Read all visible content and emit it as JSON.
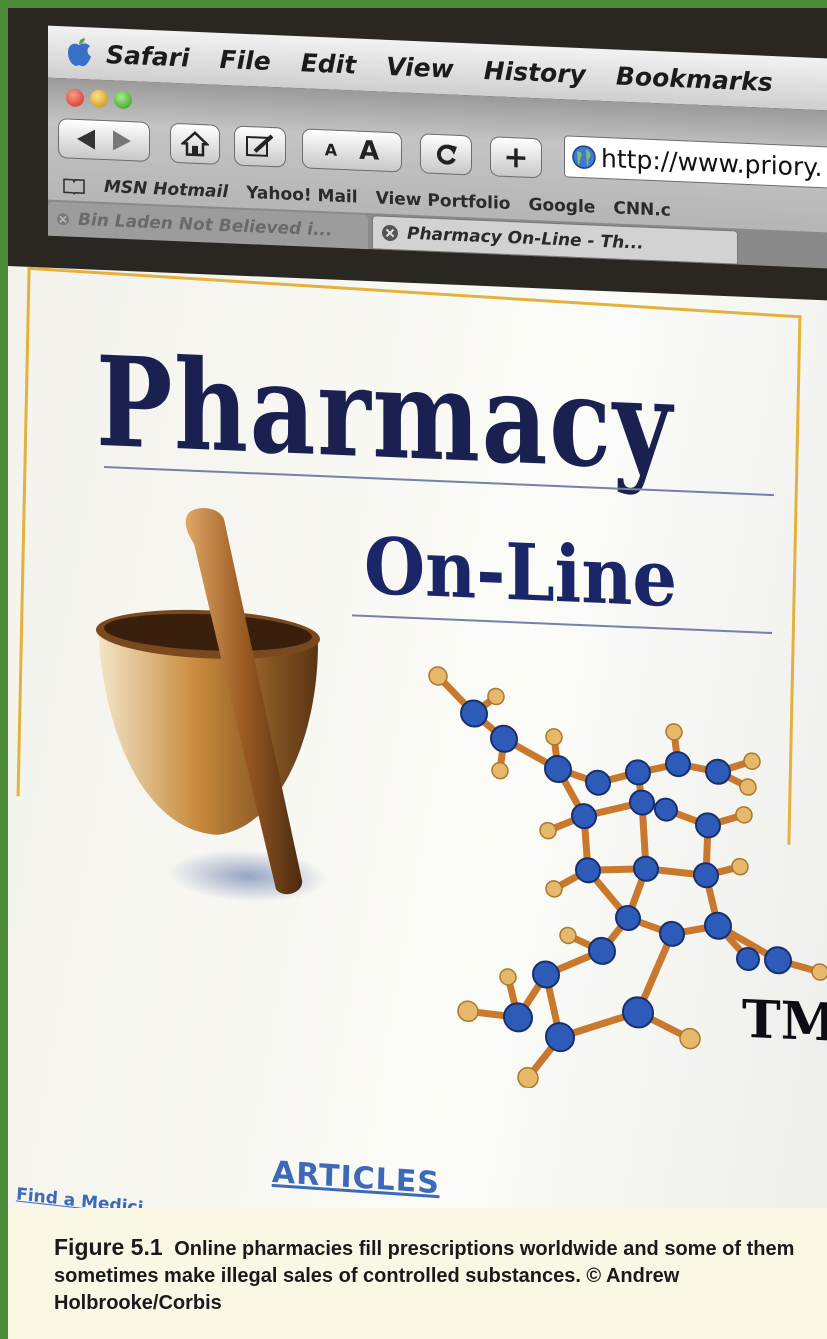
{
  "menubar": {
    "items": [
      "Safari",
      "File",
      "Edit",
      "View",
      "History",
      "Bookmarks"
    ]
  },
  "toolbar": {
    "text_smaller": "A",
    "text_bigger": "A",
    "add": "+",
    "address": "http://www.priory."
  },
  "bookmarks_bar": {
    "items": [
      "MSN Hotmail",
      "Yahoo! Mail",
      "View Portfolio",
      "Google",
      "CNN.c"
    ]
  },
  "tabs": [
    {
      "label": "Bin Laden Not Believed i...",
      "active": false
    },
    {
      "label": "Pharmacy On-Line - Th...",
      "active": true
    }
  ],
  "page": {
    "logo_title": "Pharmacy",
    "logo_subtitle": "On-Line",
    "trademark": "TM",
    "articles_link": "ARTICLES",
    "find_link": "Find a Medici"
  },
  "caption": {
    "label": "Figure 5.1",
    "text": "Online pharmacies fill prescriptions worldwide and some of them sometimes make illegal sales of controlled substances. © Andrew Holbrooke/Corbis"
  },
  "colors": {
    "border_green": "#4c8a3a",
    "caption_bg": "#fbf7e5",
    "logo_navy": "#1a2150",
    "frame_gold": "#e3b23c",
    "atom_blue": "#2f5bb8",
    "atom_tan": "#e7b86a",
    "link_blue": "#3c69b8"
  }
}
